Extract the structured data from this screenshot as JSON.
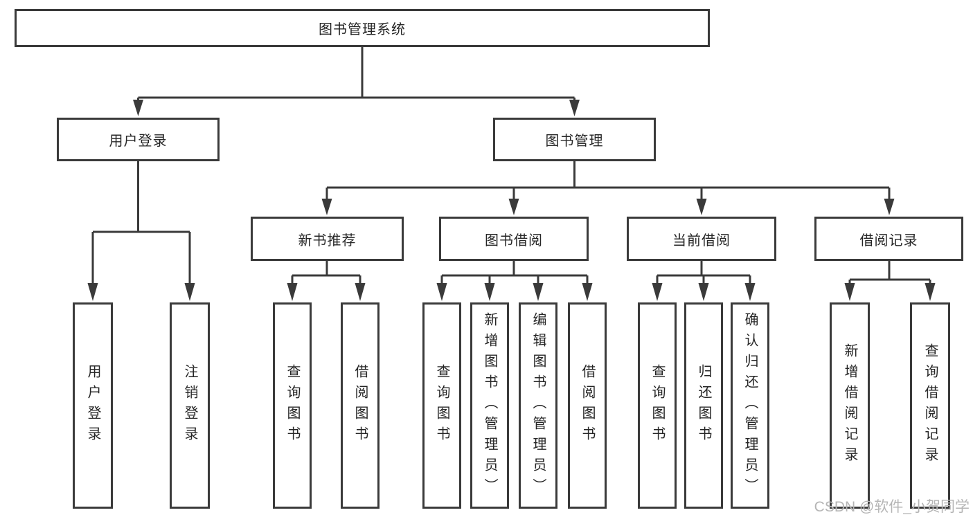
{
  "tree": {
    "root": "图书管理系统",
    "level2": [
      {
        "label": "用户登录"
      },
      {
        "label": "图书管理"
      }
    ],
    "level3": [
      {
        "label": "新书推荐"
      },
      {
        "label": "图书借阅"
      },
      {
        "label": "当前借阅"
      },
      {
        "label": "借阅记录"
      }
    ],
    "leaves": {
      "login": [
        "用户登录",
        "注销登录"
      ],
      "recommend": [
        "查询图书",
        "借阅图书"
      ],
      "borrow": [
        "查询图书",
        "新增图书（管理员）",
        "编辑图书（管理员）",
        "借阅图书"
      ],
      "current": [
        "查询图书",
        "归还图书",
        "确认归还（管理员）"
      ],
      "records": [
        "新增借阅记录",
        "查询借阅记录"
      ]
    }
  },
  "watermark": "CSDN @软件_小贺同学",
  "colors": {
    "line": "#3a3a3a",
    "text": "#262626",
    "watermark": "#b5b5b5",
    "background": "#ffffff"
  }
}
